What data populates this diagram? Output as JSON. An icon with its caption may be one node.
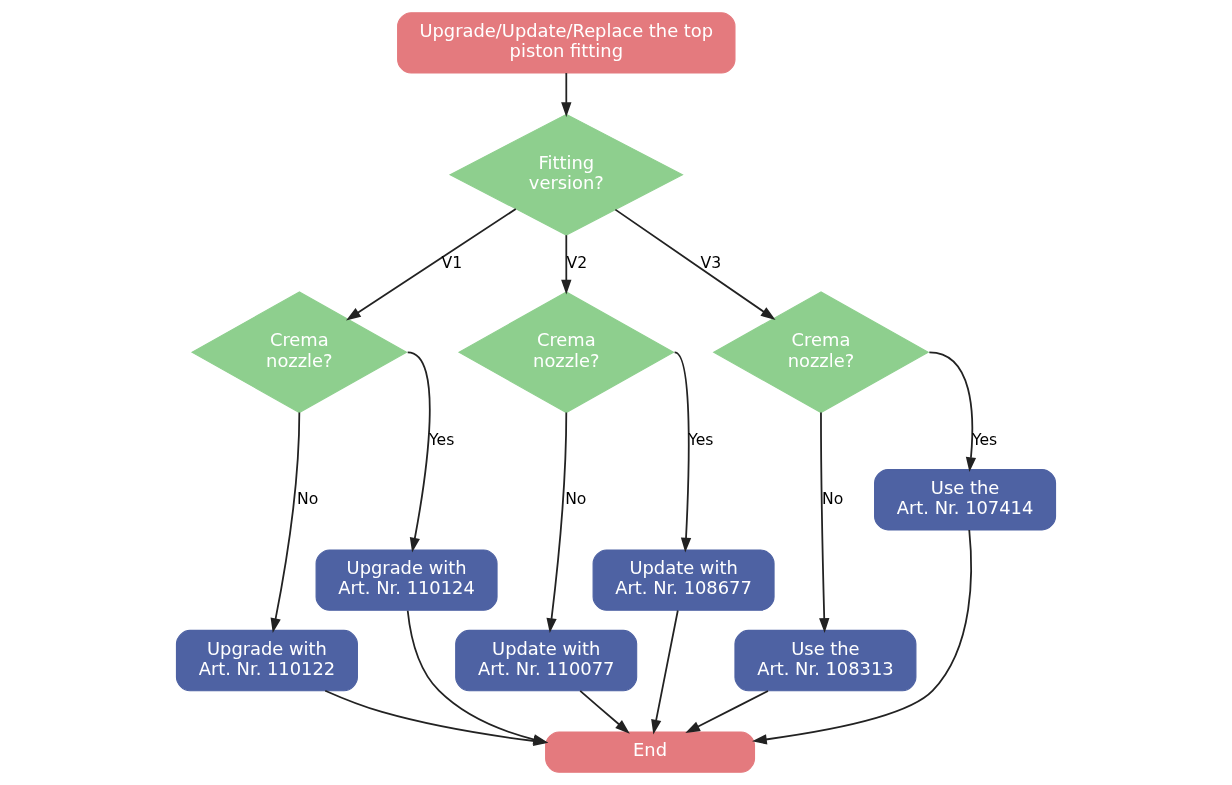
{
  "diagram": {
    "nodes": [
      {
        "text": [
          "Upgrade/Update/Replace the top piston fitting"
        ]
      },
      {
        "text": [
          "Fitting version?"
        ]
      },
      {
        "text": [
          "Crema nozzle?"
        ]
      },
      {
        "text": [
          "Upgrade with Art. Nr. 110124"
        ]
      },
      {
        "text": [
          "Upgrade with Art. Nr. 110122"
        ]
      },
      {
        "text": [
          "Crema nozzle?"
        ]
      },
      {
        "text": [
          "Update with Art. Nr. 108677"
        ]
      },
      {
        "text": [
          "Update with Art. Nr. 110077"
        ]
      },
      {
        "text": [
          "Crema nozzle?"
        ]
      },
      {
        "text": [
          "Use the Art. Nr. 107414"
        ]
      },
      {
        "text": [
          "Use the Art. Nr. 108313"
        ]
      },
      {
        "text": [
          "End"
        ]
      }
    ],
    "edges": [
      {
        "from": 0,
        "to": 1,
        "arrow": "to"
      },
      {
        "from": 1,
        "to": 2,
        "arrow": "to",
        "label": "V1"
      },
      {
        "from": 1,
        "to": 5,
        "arrow": "to",
        "label": "V2"
      },
      {
        "from": 1,
        "to": 8,
        "arrow": "to",
        "label": "V3"
      },
      {
        "from": 2,
        "to": 3,
        "arrow": "to",
        "label": "Yes"
      },
      {
        "from": 2,
        "to": 4,
        "arrow": "to",
        "label": "No"
      },
      {
        "from": 5,
        "to": 6,
        "arrow": "to",
        "label": "Yes"
      },
      {
        "from": 5,
        "to": 7,
        "arrow": "to",
        "label": "No"
      },
      {
        "from": 8,
        "to": 9,
        "arrow": "to",
        "label": "Yes"
      },
      {
        "from": 8,
        "to": 10,
        "arrow": "to",
        "label": "No"
      },
      {
        "from": 3,
        "to": 11,
        "arrow": "to"
      },
      {
        "from": 4,
        "to": 11,
        "arrow": "to"
      },
      {
        "from": 6,
        "to": 11,
        "arrow": "to"
      },
      {
        "from": 7,
        "to": 11,
        "arrow": "to"
      },
      {
        "from": 9,
        "to": 11,
        "arrow": "to"
      },
      {
        "from": 10,
        "to": 11,
        "arrow": "to"
      }
    ]
  }
}
